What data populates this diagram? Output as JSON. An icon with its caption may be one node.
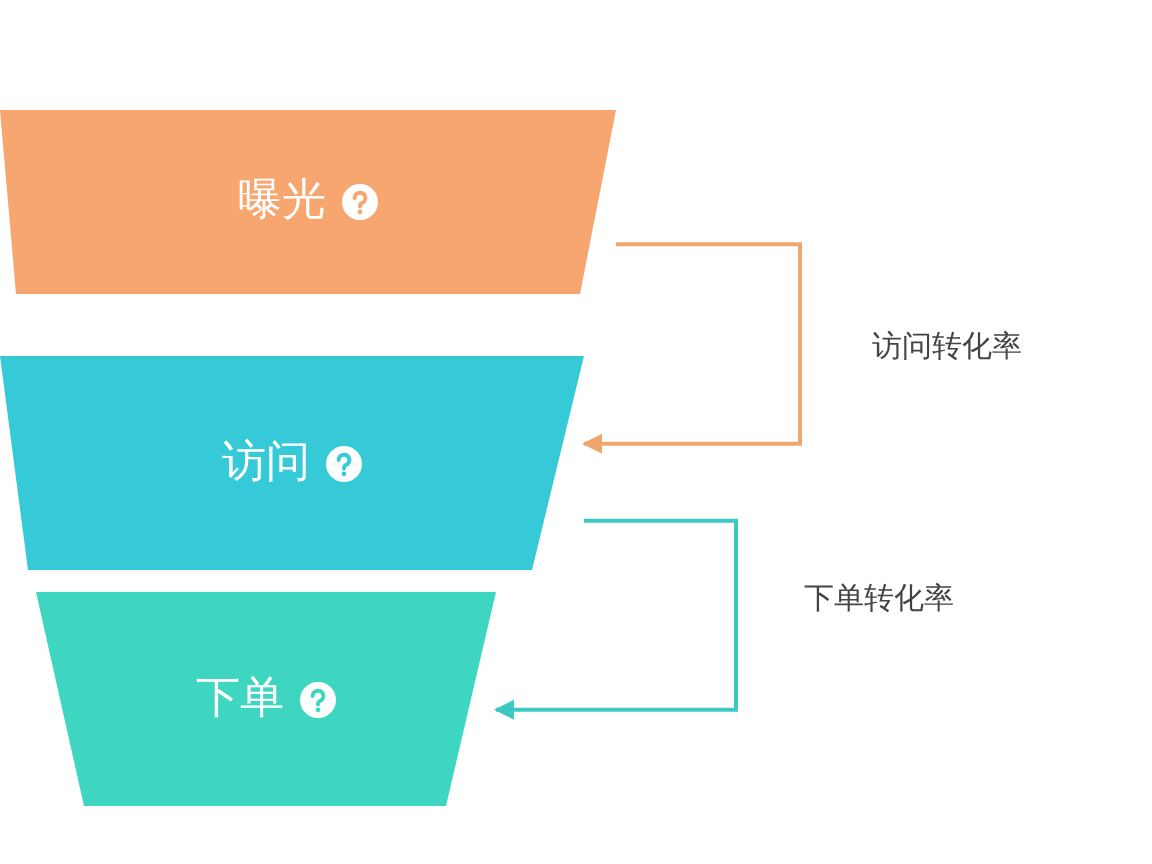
{
  "diagram": {
    "nodes": [
      {
        "text": [
          "曝光"
        ]
      },
      {
        "text": [
          "访问"
        ]
      },
      {
        "text": [
          "下单"
        ]
      }
    ],
    "edges": [
      {
        "from": 0,
        "to": 1,
        "arrow": "to",
        "label": "访问转化率",
        "color": "#f0a66c"
      },
      {
        "from": 1,
        "to": 2,
        "arrow": "to",
        "label": "下单转化率",
        "color": "#3cc9c4"
      }
    ]
  }
}
